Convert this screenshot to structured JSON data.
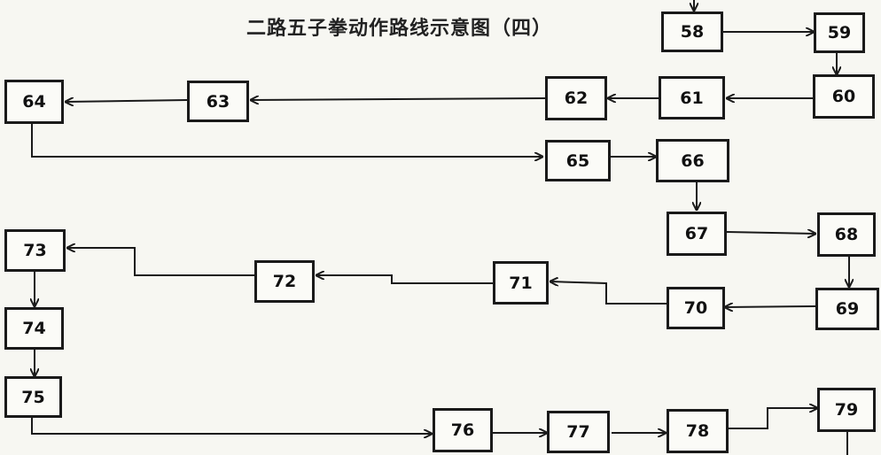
{
  "title": "二路五子拳动作路线示意图（四）",
  "nodes": {
    "n58": "58",
    "n59": "59",
    "n60": "60",
    "n61": "61",
    "n62": "62",
    "n63": "63",
    "n64": "64",
    "n65": "65",
    "n66": "66",
    "n67": "67",
    "n68": "68",
    "n69": "69",
    "n70": "70",
    "n71": "71",
    "n72": "72",
    "n73": "73",
    "n74": "74",
    "n75": "75",
    "n76": "76",
    "n77": "77",
    "n78": "78",
    "n79": "79"
  },
  "colors": {
    "ink": "#1a1a1a",
    "paper": "#f7f7f2"
  }
}
